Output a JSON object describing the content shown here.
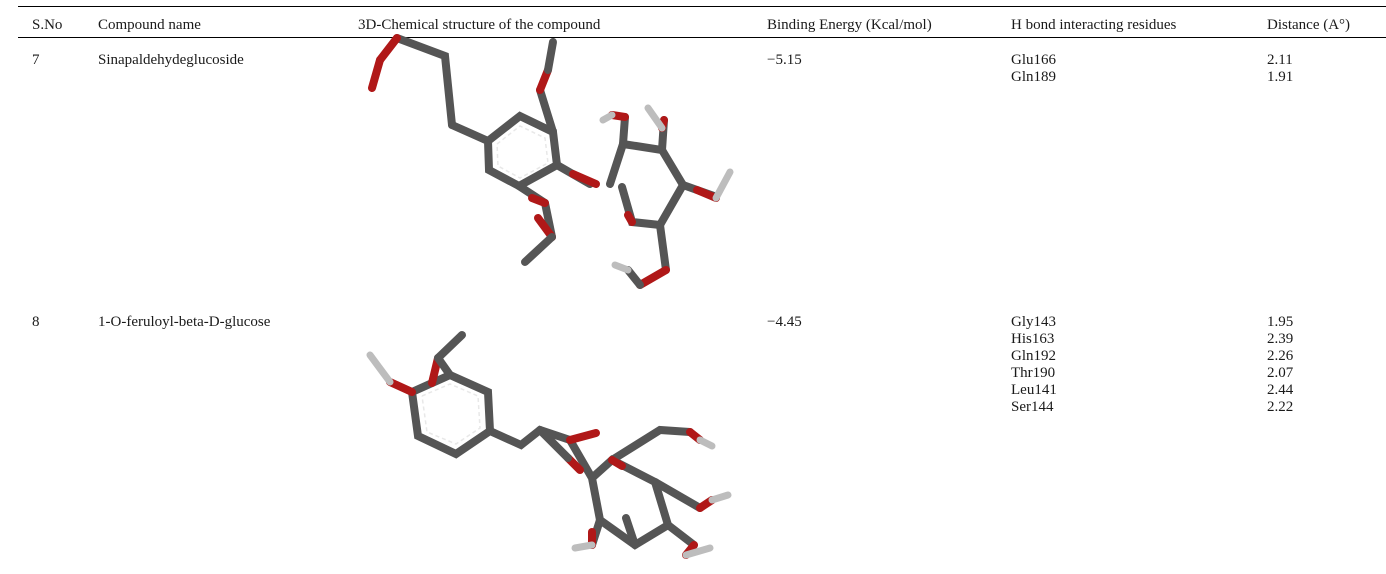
{
  "table": {
    "headers": [
      "S.No",
      "Compound name",
      "3D-Chemical structure of the compound",
      "Binding Energy (Kcal/mol)",
      "H bond interacting residues",
      "Distance (A°)"
    ],
    "rows": [
      {
        "sno": "7",
        "compound": "Sinapaldehydeglucoside",
        "binding_energy": "−5.15",
        "residues": [
          "Glu166",
          "Gln189"
        ],
        "distances": [
          "2.11",
          "1.91"
        ]
      },
      {
        "sno": "8",
        "compound": "1-O-feruloyl-beta-D-glucose",
        "binding_energy": "−4.45",
        "residues": [
          "Gly143",
          "His163",
          "Gln192",
          "Thr190",
          "Leu141",
          "Ser144"
        ],
        "distances": [
          "1.95",
          "2.39",
          "2.26",
          "2.07",
          "2.44",
          "2.22"
        ]
      }
    ]
  },
  "colors": {
    "carbon": "#555555",
    "oxygen": "#b01818",
    "hydrogen": "#bdbdbd",
    "rule": "#000000"
  }
}
